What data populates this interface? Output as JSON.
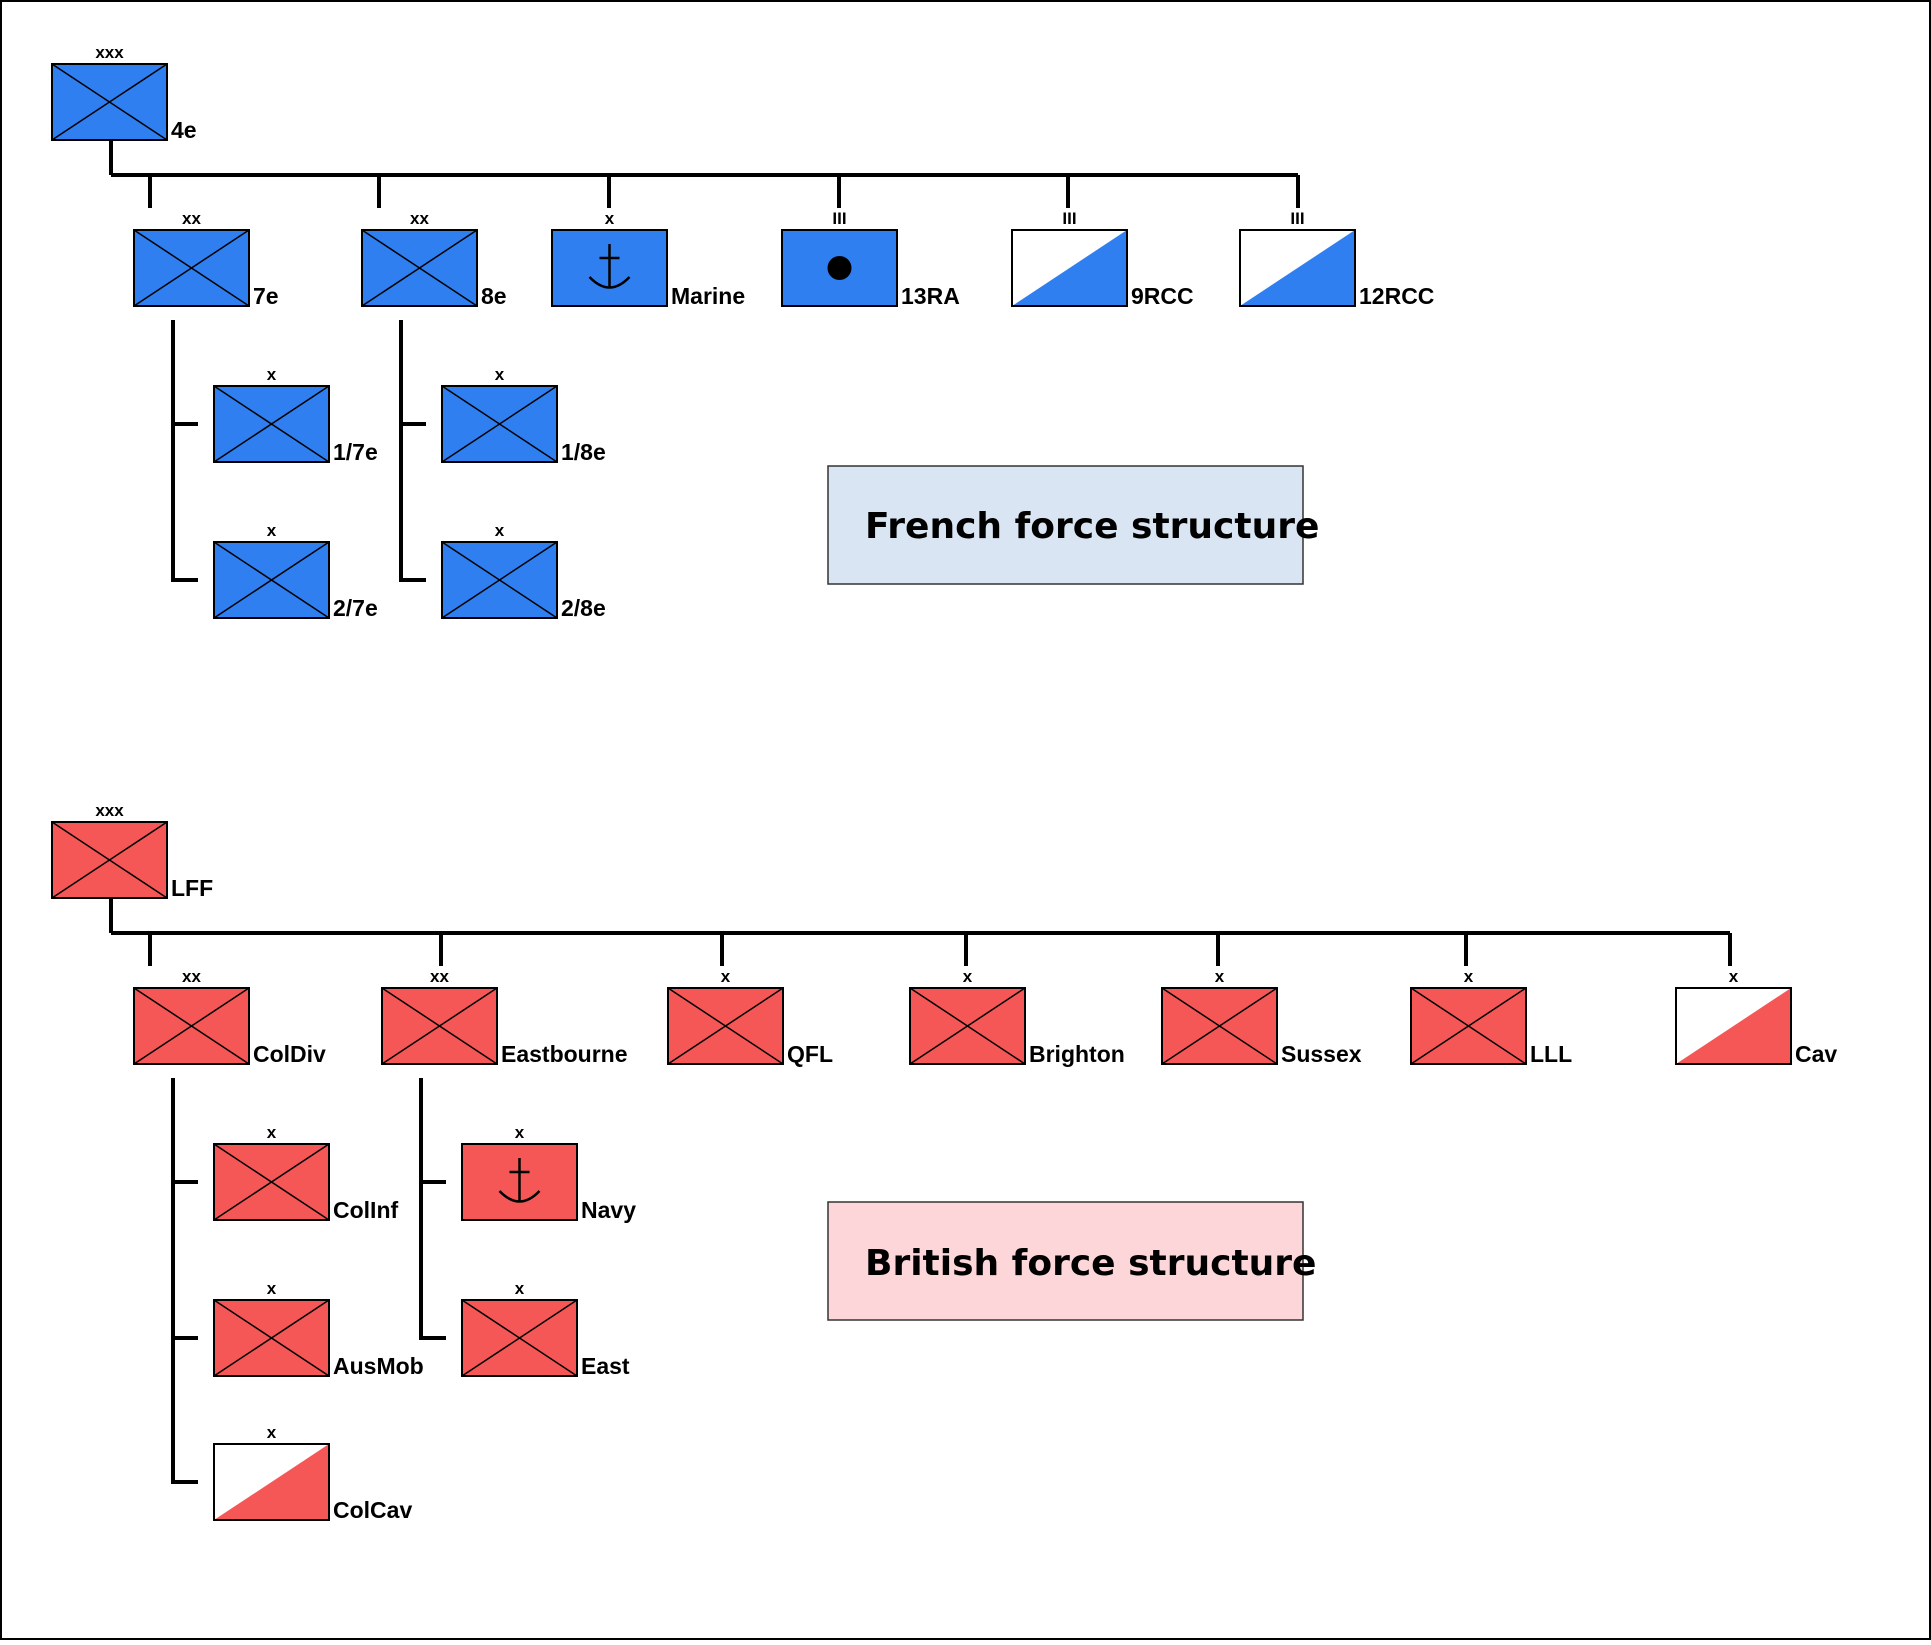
{
  "colors": {
    "french_fill": "#2f7ff0",
    "british_fill": "#f55757",
    "french_legend_bg": "#d9e5f3",
    "british_legend_bg": "#fcd6d8",
    "line": "#000000"
  },
  "french": {
    "legend": "French force structure",
    "hq": {
      "id": "f-hq",
      "label": "4e",
      "echelon": "xxx",
      "type": "infantry"
    },
    "children": [
      {
        "id": "f-7e",
        "label": "7e",
        "echelon": "xx",
        "type": "infantry",
        "children": [
          {
            "id": "f-1-7e",
            "label": "1/7e",
            "echelon": "x",
            "type": "infantry"
          },
          {
            "id": "f-2-7e",
            "label": "2/7e",
            "echelon": "x",
            "type": "infantry"
          }
        ]
      },
      {
        "id": "f-8e",
        "label": "8e",
        "echelon": "xx",
        "type": "infantry",
        "children": [
          {
            "id": "f-1-8e",
            "label": "1/8e",
            "echelon": "x",
            "type": "infantry"
          },
          {
            "id": "f-2-8e",
            "label": "2/8e",
            "echelon": "x",
            "type": "infantry"
          }
        ]
      },
      {
        "id": "f-marine",
        "label": "Marine",
        "echelon": "x",
        "type": "naval"
      },
      {
        "id": "f-13ra",
        "label": "13RA",
        "echelon": "III",
        "type": "artillery"
      },
      {
        "id": "f-9rcc",
        "label": "9RCC",
        "echelon": "III",
        "type": "armor"
      },
      {
        "id": "f-12rcc",
        "label": "12RCC",
        "echelon": "III",
        "type": "armor"
      }
    ]
  },
  "british": {
    "legend": "British force structure",
    "hq": {
      "id": "b-hq",
      "label": "LFF",
      "echelon": "xxx",
      "type": "infantry"
    },
    "children": [
      {
        "id": "b-coldiv",
        "label": "ColDiv",
        "echelon": "xx",
        "type": "infantry",
        "children": [
          {
            "id": "b-colinf",
            "label": "ColInf",
            "echelon": "x",
            "type": "infantry"
          },
          {
            "id": "b-ausmob",
            "label": "AusMob",
            "echelon": "x",
            "type": "infantry"
          },
          {
            "id": "b-colcav",
            "label": "ColCav",
            "echelon": "x",
            "type": "armor"
          }
        ]
      },
      {
        "id": "b-eastbourne",
        "label": "Eastbourne",
        "echelon": "xx",
        "type": "infantry",
        "children": [
          {
            "id": "b-navy",
            "label": "Navy",
            "echelon": "x",
            "type": "naval"
          },
          {
            "id": "b-east",
            "label": "East",
            "echelon": "x",
            "type": "infantry"
          }
        ]
      },
      {
        "id": "b-qfl",
        "label": "QFL",
        "echelon": "x",
        "type": "infantry"
      },
      {
        "id": "b-brighton",
        "label": "Brighton",
        "echelon": "x",
        "type": "infantry"
      },
      {
        "id": "b-sussex",
        "label": "Sussex",
        "echelon": "x",
        "type": "infantry"
      },
      {
        "id": "b-lll",
        "label": "LLL",
        "echelon": "x",
        "type": "infantry"
      },
      {
        "id": "b-cav",
        "label": "Cav",
        "echelon": "x",
        "type": "armor"
      }
    ]
  }
}
